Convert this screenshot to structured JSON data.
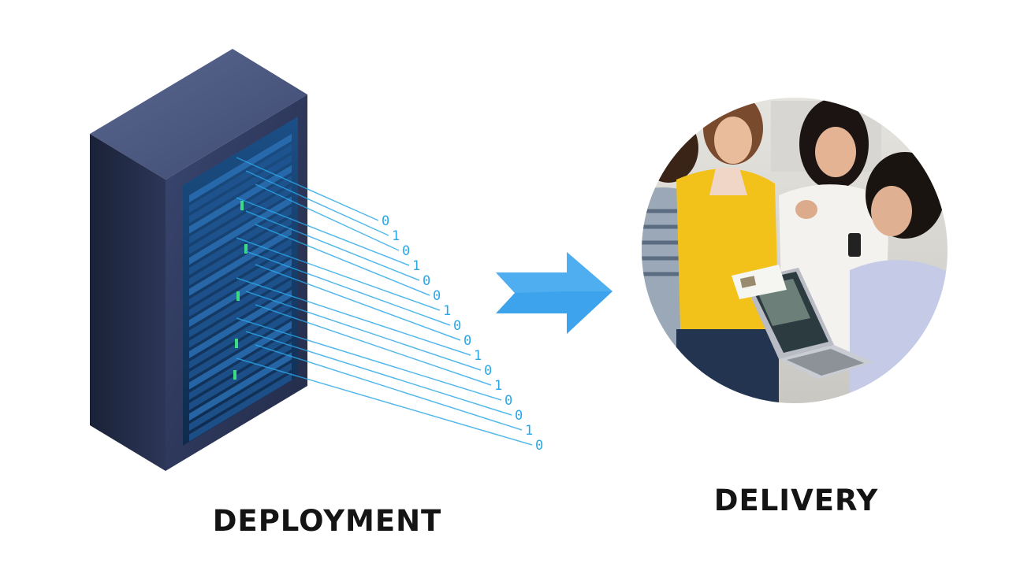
{
  "steps": [
    {
      "id": "deployment",
      "label": "DEPLOYMENT",
      "icon": "server-rack-icon"
    },
    {
      "id": "delivery",
      "label": "DELIVERY",
      "icon": "people-with-laptop-photo"
    }
  ],
  "connector": {
    "icon": "right-arrow-icon"
  },
  "colors": {
    "background": "#ffffff",
    "server_body": "#2f3a5c",
    "server_side": "#1e2740",
    "server_top": "#4a5680",
    "data_stream": "#2aa7e8",
    "led_green": "#3ddc84",
    "arrow": "#3da3ec",
    "text": "#141414"
  }
}
